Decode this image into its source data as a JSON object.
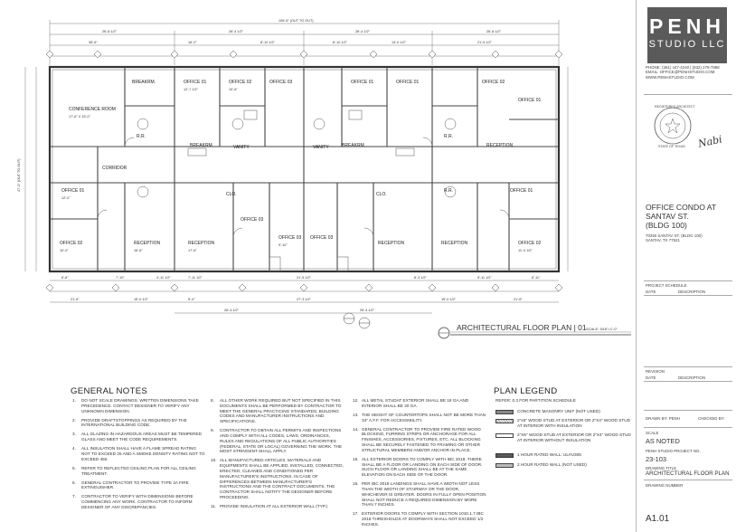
{
  "firm": {
    "logo_line1": "PENH",
    "logo_line2": "STUDIO LLC",
    "contact": [
      "PHONE: (361) 447-4240 | (832) 279-7898",
      "EMAIL: OFFICE@PENHSTUDIO.COM",
      "WWW.PENHSTUDIO.COM"
    ],
    "seal_top_text": "REGISTERED ARCHITECT",
    "seal_bottom_text": "STATE OF TEXAS",
    "signature_name": "Nabi"
  },
  "project": {
    "name_line1": "OFFICE CONDO AT",
    "name_line2": "SANTAV ST.",
    "name_line3": "(BLDG 100)",
    "address": [
      "70250 SANTAV ST. (BLDG 100)",
      "SANTAV, TX 77521"
    ],
    "schedule_label": "PROJECT SCHEDULE",
    "schedule_cols": [
      "DATE",
      "DESCRIPTION"
    ],
    "revision_label": "REVISION",
    "revision_cols": [
      "DATE",
      "DESCRIPTION"
    ],
    "drawn_by_label": "DRAWN BY: PENH",
    "checked_by_label": "CHECKED BY:",
    "scale_label": "SCALE",
    "scale_value": "AS NOTED",
    "project_no_label": "PENH STUDIO PROJECT NO.",
    "project_no_value": "23-103",
    "drawing_title_label": "DRAWING TITLE",
    "drawing_title_value": "ARCHITECTURAL FLOOR PLAN",
    "drawing_number_label": "DRAWING NUMBER",
    "drawing_number_value": "A1.01"
  },
  "plan": {
    "caption": "ARCHITECTURAL FLOOR PLAN | 01",
    "scale_note": "SCALE: 3/16\"=1'-0\"",
    "overall_dim": "106'-6\" (OUT TO OUT)",
    "side_dim": "47'-0\" (OUT TO OUT)",
    "top_dims_row1": [
      "26'-8 1/2\"",
      "26'-4 1/2\"",
      "26'-4 1/2\"",
      "26'-8 1/2\""
    ],
    "top_dims_row2": [
      "35'-6\"",
      "16'-2\"",
      "8'-10 1/2\"",
      "8'-10 1/2\"",
      "14'-0 1/2\"",
      "21'-5 1/2\""
    ],
    "bottom_dims_row1": [
      "6'-8\"",
      "7'-10\"",
      "4'-11 1/2\"",
      "7'-11 1/2\"",
      "21'-5 1/2\"",
      "8'-3 1/2\"",
      "5'-11 1/2\"",
      "6'-11\""
    ],
    "bottom_dims_row2": [
      "21'-6\"",
      "15'-0 1/2\"",
      "5'-4\"",
      "27'-3 1/2\"",
      "15'-0 1/2\"",
      "21'-6\""
    ],
    "bottom_dims_row3": [
      "26'-4 1/2\"",
      "26'-4 1/2\""
    ],
    "rooms": [
      "BREAKRM.",
      "CONFERENCE ROOM",
      "OFFICE 01",
      "OFFICE 02",
      "OFFICE 03",
      "OFFICE 01",
      "OFFICE 01",
      "CORRIDOR",
      "R.R.",
      "BREAKRM.",
      "VANITY",
      "VANITY",
      "R.R.",
      "BREAKRM.",
      "OFFICE 02",
      "R.R.",
      "RECEPTION",
      "OFFICE 01",
      "CLO.",
      "CLO.",
      "OFFICE 01",
      "OFFICE 02",
      "RECEPTION",
      "RECEPTION",
      "OFFICE 03",
      "OFFICE 03",
      "RECEPTION",
      "RECEPTION",
      "OFFICE 02",
      "OFFICE 03",
      "OFFICE 01"
    ],
    "room_dims": [
      "17'-6\" X 13'-0\"",
      "12'-7 1/2\"",
      "10'-6\"",
      "12'-0\"",
      "16'-6\"",
      "10'-0\"",
      "9'-10\"",
      "17'-6\"",
      "11'-4 1/2\""
    ]
  },
  "general_notes": {
    "title": "GENERAL NOTES",
    "col1": [
      {
        "n": "1.",
        "t": "DO NOT SCALE DRAWINGS. WRITTEN DIMENSIONS TAKE PRECEDENCE. CONTACT DESIGNER TO VERIFY ANY UNKNOWN DIMENSION."
      },
      {
        "n": "2.",
        "t": "PROVIDE DRAFTSTOPPINGS AS REQUIRED BY THE INTERNATIONAL BUILDING CODE."
      },
      {
        "n": "3.",
        "t": "ALL GLAZING IN HAZARDOUS AREAS MUST BE TEMPERED GLASS AND MEET THE CODE REQUIREMENTS."
      },
      {
        "n": "4.",
        "t": "ALL INSULATION SHALL HAVE A FLAME SPREAD RATING NOT TO EXCEED 25 AND A SMOKE DENSITY RATING NOT TO EXCEED 450."
      },
      {
        "n": "5.",
        "t": "REFER TO REFLECTED CEILING PLAN FOR ALL CEILING TREATMENT."
      },
      {
        "n": "6.",
        "t": "GENERAL CONTRACTOR TO PROVIDE TYPE 2A FIRE EXTINGUISHER."
      },
      {
        "n": "7.",
        "t": "CONTRACTOR TO VERIFY WITH DIMENSIONS BEFORE COMMENCING ANY WORK. CONTRACTOR TO INFORM DESIGNER OF ANY DISCREPANCIES."
      }
    ],
    "col2": [
      {
        "n": "8.",
        "t": "ALL OTHER WORK REQUIRED BUT NOT SPECIFIED IN THIS DOCUMENTS SHALL BE PERFORMED BY CONTRACTOR TO MEET THE GENERAL PRACTICING STANDARDS, BUILDING CODES AND MANUFACTURER INSTRUCTIONS AND SPECIFICATIONS."
      },
      {
        "n": "9.",
        "t": "CONTRACTOR TO OBTAIN ALL PERMITS AND INSPECTIONS AND COMPLY WITH ALL CODES, LAWS, ORDINANCES, RULES AND REGULATIONS OF ALL PUBLIC AUTHORITIES (FEDERAL, STATE OR LOCAL) GOVERNING THE WORK. THE MOST STRINGENT SHALL APPLY."
      },
      {
        "n": "10.",
        "t": "ALL MANUFACTURED ARTICLES, MATERIALS AND EQUIPMENTS SHALL BE APPLIED, INSTALLED, CONNECTED, ERECTED, CLEANED AND CONDITIONED PER MANUFACTURER'S INSTRUCTIONS. IN CASE OF DIFFERENCES BETWEEN MANUFACTURER'S INSTRUCTIONS AND THE CONTRACT DOCUMENTS, THE CONTRACTOR SHALL NOTIFY THE DESIGNER BEFORE PROCEEDING."
      },
      {
        "n": "11.",
        "t": "PROVIDE INSULATION AT ALL EXTERIOR WALL (TYP.)"
      }
    ],
    "col3": [
      {
        "n": "12.",
        "t": "ALL METAL STUDAT EXTERIOR SHALL BE 18 GA AND INTERIOR SHALL BE 20 GA."
      },
      {
        "n": "13.",
        "t": "THE HEIGHT OF COUNTERTOPS SHALL NOT BE MORE THAN 34\" A.F.F. FOR ACCESSIBILITY."
      },
      {
        "n": "14.",
        "t": "GENERAL CONTRACTOR TO PROVIDE FIRE RATED WOOD BLOCKING, FURRING STRIPS OR ANCHORAGE FOR ALL FINISHES, ACCESSORIES, FIXTURES, ETC. ALL BLOCKING SHALL BE SECURELY FASTENED TO FRAMING OR OTHER STRUCTURAL MEMBERS AND/OR ANCHOR IN PLACE."
      },
      {
        "n": "15.",
        "t": "ALL EXTERIOR DOORS TO COMPLY WITH IBC 2018. THERE SHALL BE A FLOOR OR LANDING ON EACH SIDE OF DOOR. SUCH FLOOR OR LANDING SHALL BE AT THE SAME ELEVATION ON EACH SIDE OF THE DOOR."
      },
      {
        "n": "16.",
        "t": "PER IBC 2018 LANDINGS SHALL HAVE A WIDTH NOT LESS THAN THE WIDTH OF STAIRWAY OR THE DOOR, WHICHEVER IS GREATER. DOORS IN FULLY OPEN POSITION SHALL NOT REDUCE A REQUIRED DIMENSION BY MORE THAN 7 INCHES."
      },
      {
        "n": "17.",
        "t": "EXTERIOR DOORS TO COMPLY WITH SECTION 1010.1.7 IBC 2018 THRESHOLDS AT DOORWAYS SHALL NOT EXCEED 1/2 INCHES."
      }
    ]
  },
  "plan_legend": {
    "title": "PLAN LEGEND",
    "ref": "REFER: 0.3 FOR PARTITION SCHEDULE",
    "items": [
      {
        "label": "CONCRETE MASONRY UNIT (NOT USED)",
        "swatch": "#888888"
      },
      {
        "label": "2\"x6\" WOOD STUD AT EXTERIOR OR 2\"X4\" WOOD STUD AT INTERIOR WITH INSULATION",
        "swatch": "#cfcfcf"
      },
      {
        "label": "2\"X6\" WOOD STUD AT EXTERIOR OR 2\"X4\" WOOD STUD AT INTERIOR WITHOUT INSULATION",
        "swatch": "#ffffff"
      },
      {
        "label": "1 HOUR RATED WALL: UL#U305",
        "swatch": "#5a5a5a"
      },
      {
        "label": "2 HOUR RATED WALL (NOT USED)",
        "swatch": "#bbbbbb"
      }
    ]
  }
}
